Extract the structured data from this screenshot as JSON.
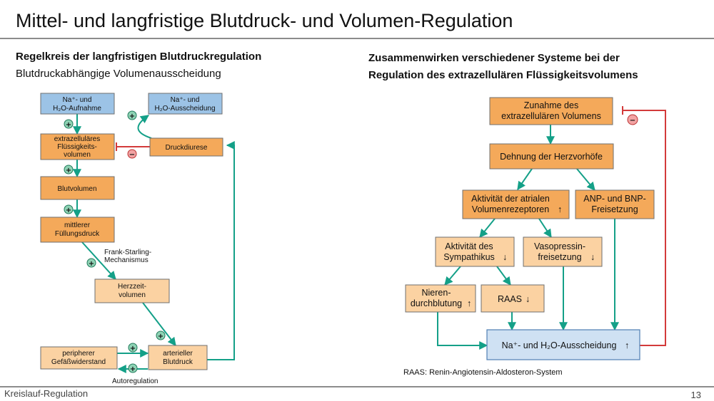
{
  "slide": {
    "title": "Mittel- und langfristige Blutdruck- und Volumen-Regulation",
    "left_heading": "Regelkreis der langfristigen Blutdruckregulation",
    "left_subheading": "Blutdruckabhängige Volumenausscheidung",
    "right_heading_line1": "Zusammenwirken verschiedener Systeme bei der",
    "right_heading_line2": "Regulation des extrazellulären Flüssigkeitsvolumens",
    "raas_note": "RAAS: Renin-Angiotensin-Aldosteron-System",
    "footer_left": "Kreislauf-Regulation",
    "page_number": "13"
  },
  "left_diagram": {
    "na_intake": [
      "Na⁺- und",
      "H₂O-Aufnahme"
    ],
    "na_excretion": [
      "Na⁺- und",
      "H₂O-Ausscheidung"
    ],
    "ecv": [
      "extrazelluläres",
      "Flüssigkeits-",
      "volumen"
    ],
    "pressure_diuresis": "Druckdiurese",
    "blood_volume": "Blutvolumen",
    "filling_pressure": [
      "mittlerer",
      "Füllungsdruck"
    ],
    "frank_starling": [
      "Frank-Starling-",
      "Mechanismus"
    ],
    "cardiac_output": [
      "Herzzeit-",
      "volumen"
    ],
    "peripheral_resistance": [
      "peripherer",
      "Gefäßwiderstand"
    ],
    "arterial_pressure": [
      "arterieller",
      "Blutdruck"
    ],
    "autoregulation": "Autoregulation",
    "plus_sign": "+",
    "minus_sign": "−"
  },
  "right_diagram": {
    "ecv_increase": [
      "Zunahme des",
      "extrazellulären Volumens"
    ],
    "atria_stretch": "Dehnung der Herzvorhöfe",
    "atrial_receptors": [
      "Aktivität der atrialen",
      "Volumenrezeptoren"
    ],
    "anp_bnp": [
      "ANP- und BNP-",
      "Freisetzung"
    ],
    "sympathicus": [
      "Aktivität des",
      "Sympathikus"
    ],
    "vasopressin": [
      "Vasopressin-",
      "freisetzung"
    ],
    "renal_flow": [
      "Nieren-",
      "durchblutung"
    ],
    "raas": "RAAS",
    "na_excretion": "Na⁺- und H₂O-Ausscheidung",
    "arrow_up": "↑",
    "arrow_down": "↓",
    "minus_sign": "−"
  }
}
